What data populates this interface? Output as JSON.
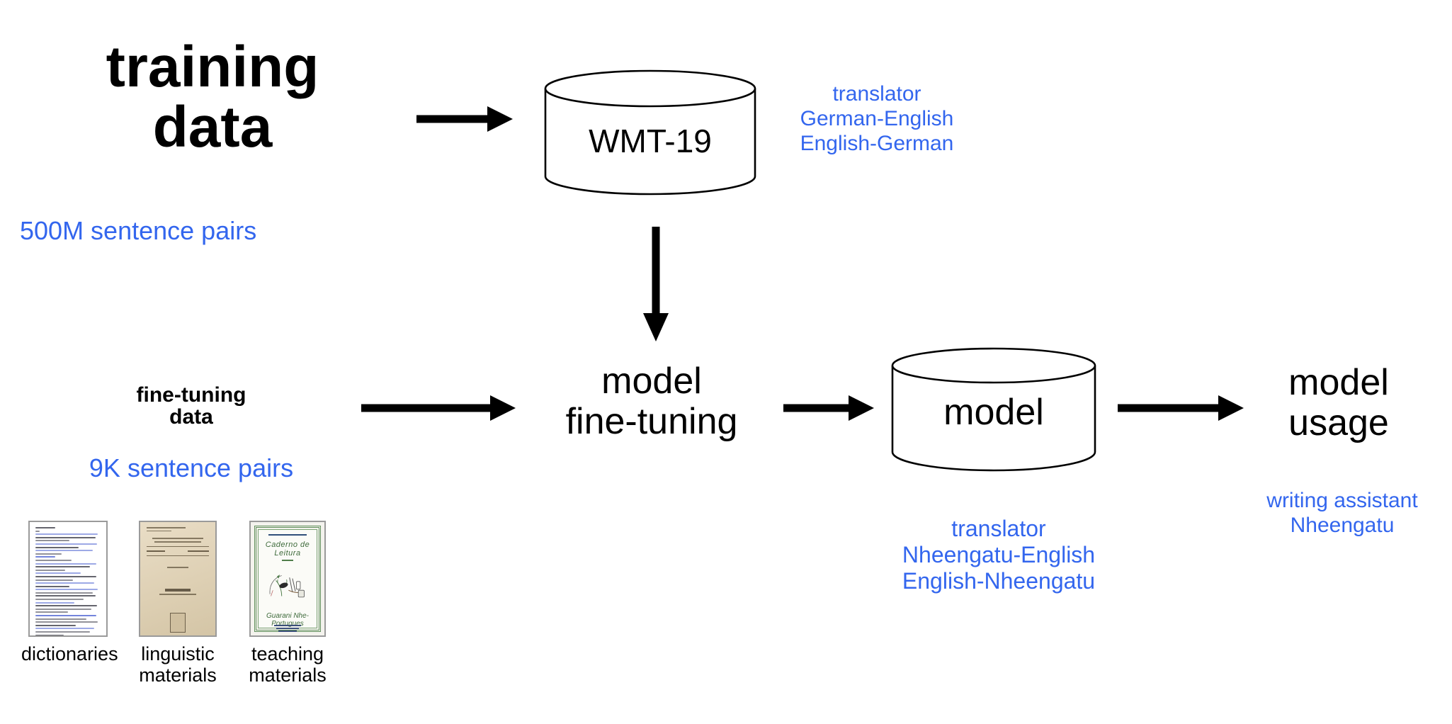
{
  "diagram": {
    "title": "Nheengatu translator training pipeline",
    "colors": {
      "accent_blue": "#3366ee",
      "stroke_black": "#000000",
      "background": "#ffffff",
      "thumb_border": "#9a9a9a"
    },
    "stages": {
      "training_data": {
        "label": "training\ndata",
        "note": "500M sentence pairs"
      },
      "wmt_store": {
        "label": "WMT-19",
        "note": "translator\nGerman-English\nEnglish-German",
        "shape": "cylinder"
      },
      "finetuning_data": {
        "label": "fine-tuning\ndata",
        "note": "9K sentence pairs"
      },
      "model_finetuning": {
        "label": "model\nfine-tuning"
      },
      "model_store": {
        "label": "model",
        "note": "translator\nNheengatu-English\nEnglish-Nheengatu",
        "shape": "cylinder"
      },
      "model_usage": {
        "label": "model\nusage",
        "note": "writing assistant\nNheengatu"
      }
    },
    "sources": [
      {
        "caption": "dictionaries",
        "icon": "dictionary-page-thumbnail"
      },
      {
        "caption": "linguistic\nmaterials",
        "icon": "linguistic-book-cover-thumbnail"
      },
      {
        "caption": "teaching\nmaterials",
        "icon": "teaching-book-cover-thumbnail"
      }
    ],
    "arrows": [
      {
        "name": "training-data-to-wmt",
        "direction": "right"
      },
      {
        "name": "wmt-to-model-finetuning",
        "direction": "down"
      },
      {
        "name": "finetuning-data-to-model-finetuning",
        "direction": "right"
      },
      {
        "name": "model-finetuning-to-model",
        "direction": "right"
      },
      {
        "name": "model-to-model-usage",
        "direction": "right"
      }
    ]
  }
}
